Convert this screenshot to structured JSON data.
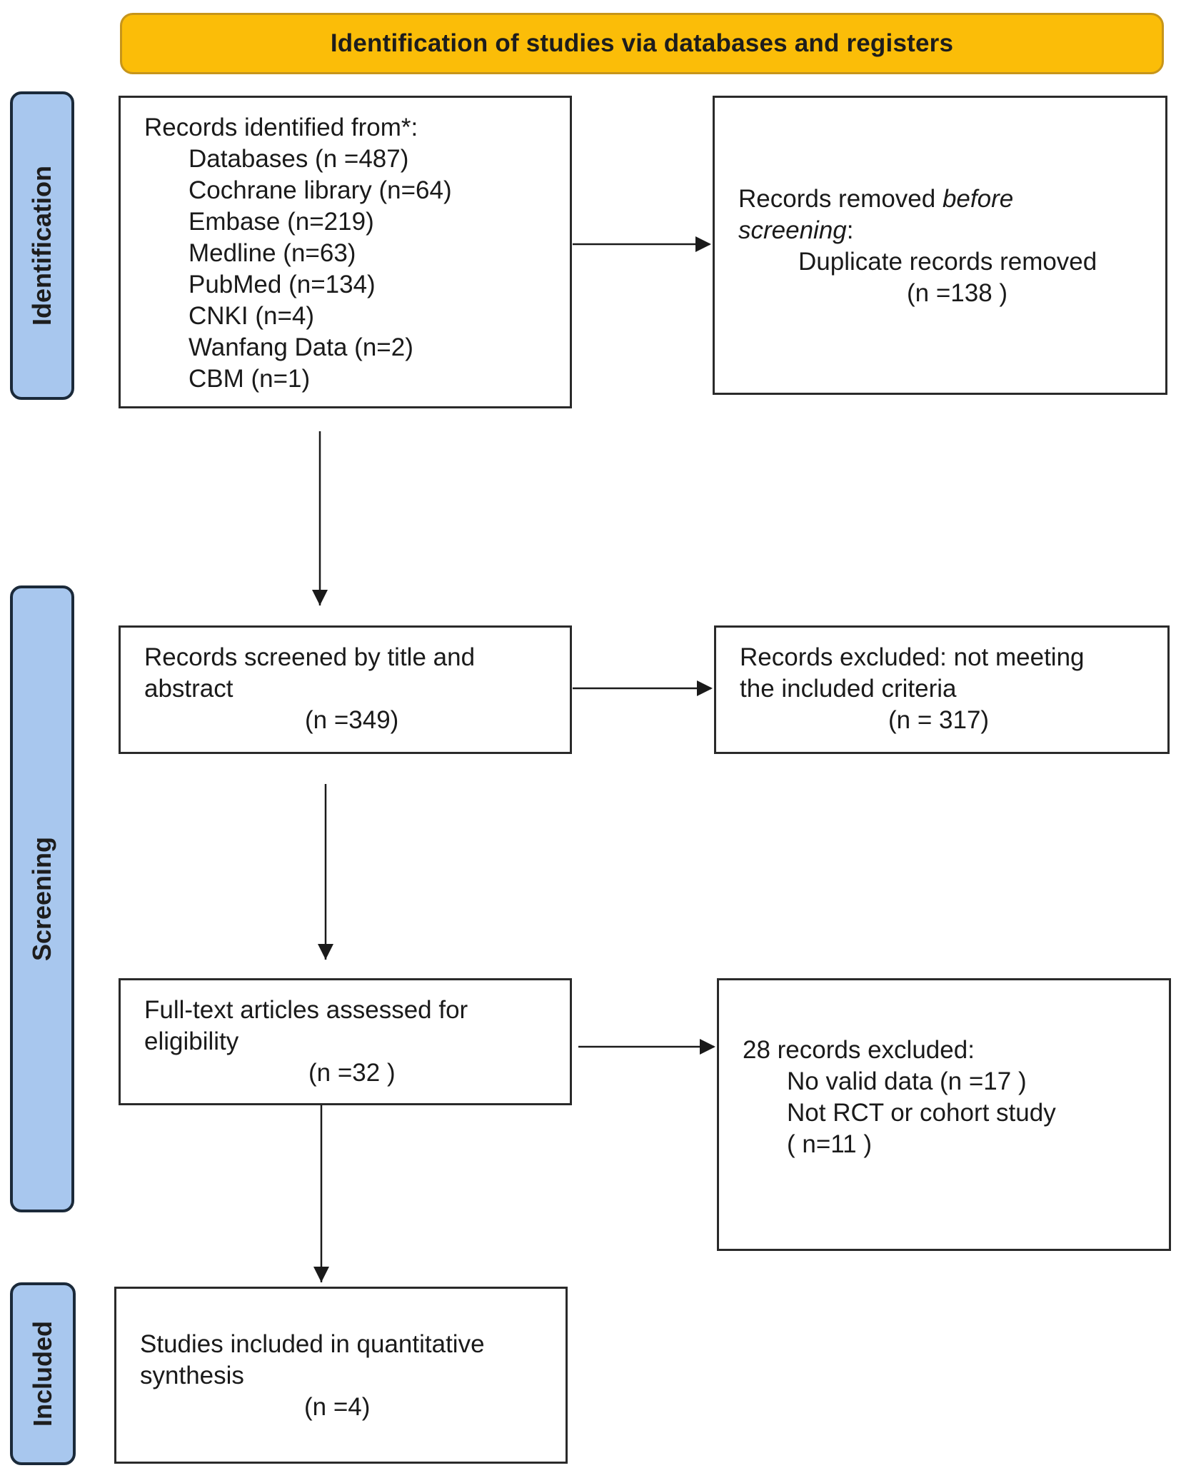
{
  "header": {
    "title": "Identification of studies via databases and registers"
  },
  "sections": {
    "identification": "Identification",
    "screening": "Screening",
    "included": "Included"
  },
  "records_identified": {
    "heading": "Records identified from*:",
    "items": [
      "Databases (n =487)",
      "Cochrane library (n=64)",
      "Embase (n=219)",
      "Medline (n=63)",
      "PubMed (n=134)",
      "CNKI (n=4)",
      "Wanfang Data (n=2)",
      "CBM (n=1)"
    ]
  },
  "records_removed": {
    "line1": "Records removed ",
    "line1_italic": "before",
    "line2_italic": "screening",
    "line2_suffix": ":",
    "detail": "Duplicate records removed",
    "count": "(n =138 )"
  },
  "records_screened": {
    "line1": "Records screened by title and",
    "line2": "abstract",
    "count": "(n =349)"
  },
  "records_excluded": {
    "line1": "Records excluded: not meeting",
    "line2": "the included criteria",
    "count": "(n = 317)"
  },
  "fulltext_assessed": {
    "line1": "Full-text articles assessed for",
    "line2": "eligibility",
    "count": "(n =32 )"
  },
  "fulltext_excluded": {
    "heading": "28 records excluded:",
    "reason1": "No valid data (n =17 )",
    "reason2": "Not RCT or cohort study",
    "reason2_count": "( n=11 )"
  },
  "studies_included": {
    "line1": "Studies included in quantitative",
    "line2": "synthesis",
    "count": "(n =4)"
  },
  "colors": {
    "header_fill": "#fbbd08",
    "section_fill": "#a8c7ee",
    "box_border": "#2a2a2a"
  }
}
